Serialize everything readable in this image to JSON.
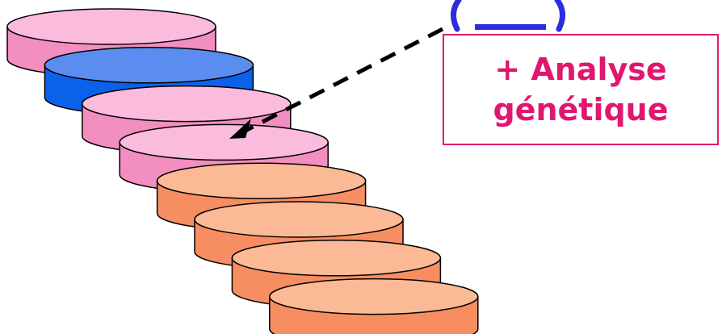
{
  "annotation": {
    "line1": "+ Analyse",
    "line2": "génétique"
  },
  "plates": [
    {
      "color": "pink"
    },
    {
      "color": "blue"
    },
    {
      "color": "pink"
    },
    {
      "color": "pink"
    },
    {
      "color": "orange"
    },
    {
      "color": "orange"
    },
    {
      "color": "orange"
    },
    {
      "color": "orange"
    }
  ],
  "colors": {
    "pink": {
      "top": "#FBBBDD",
      "side": "#F38EC0"
    },
    "blue": {
      "top": "#5B8DF1",
      "side": "#0C61EA"
    },
    "orange": {
      "top": "#FBB996",
      "side": "#F78E61"
    },
    "outline": "#000000",
    "annotation_text": "#E0176F",
    "annotation_border": "#E01C6C",
    "partial_text": "#2D2DDB"
  },
  "arrow_style": "dashed",
  "annotated_plate_index": 3
}
